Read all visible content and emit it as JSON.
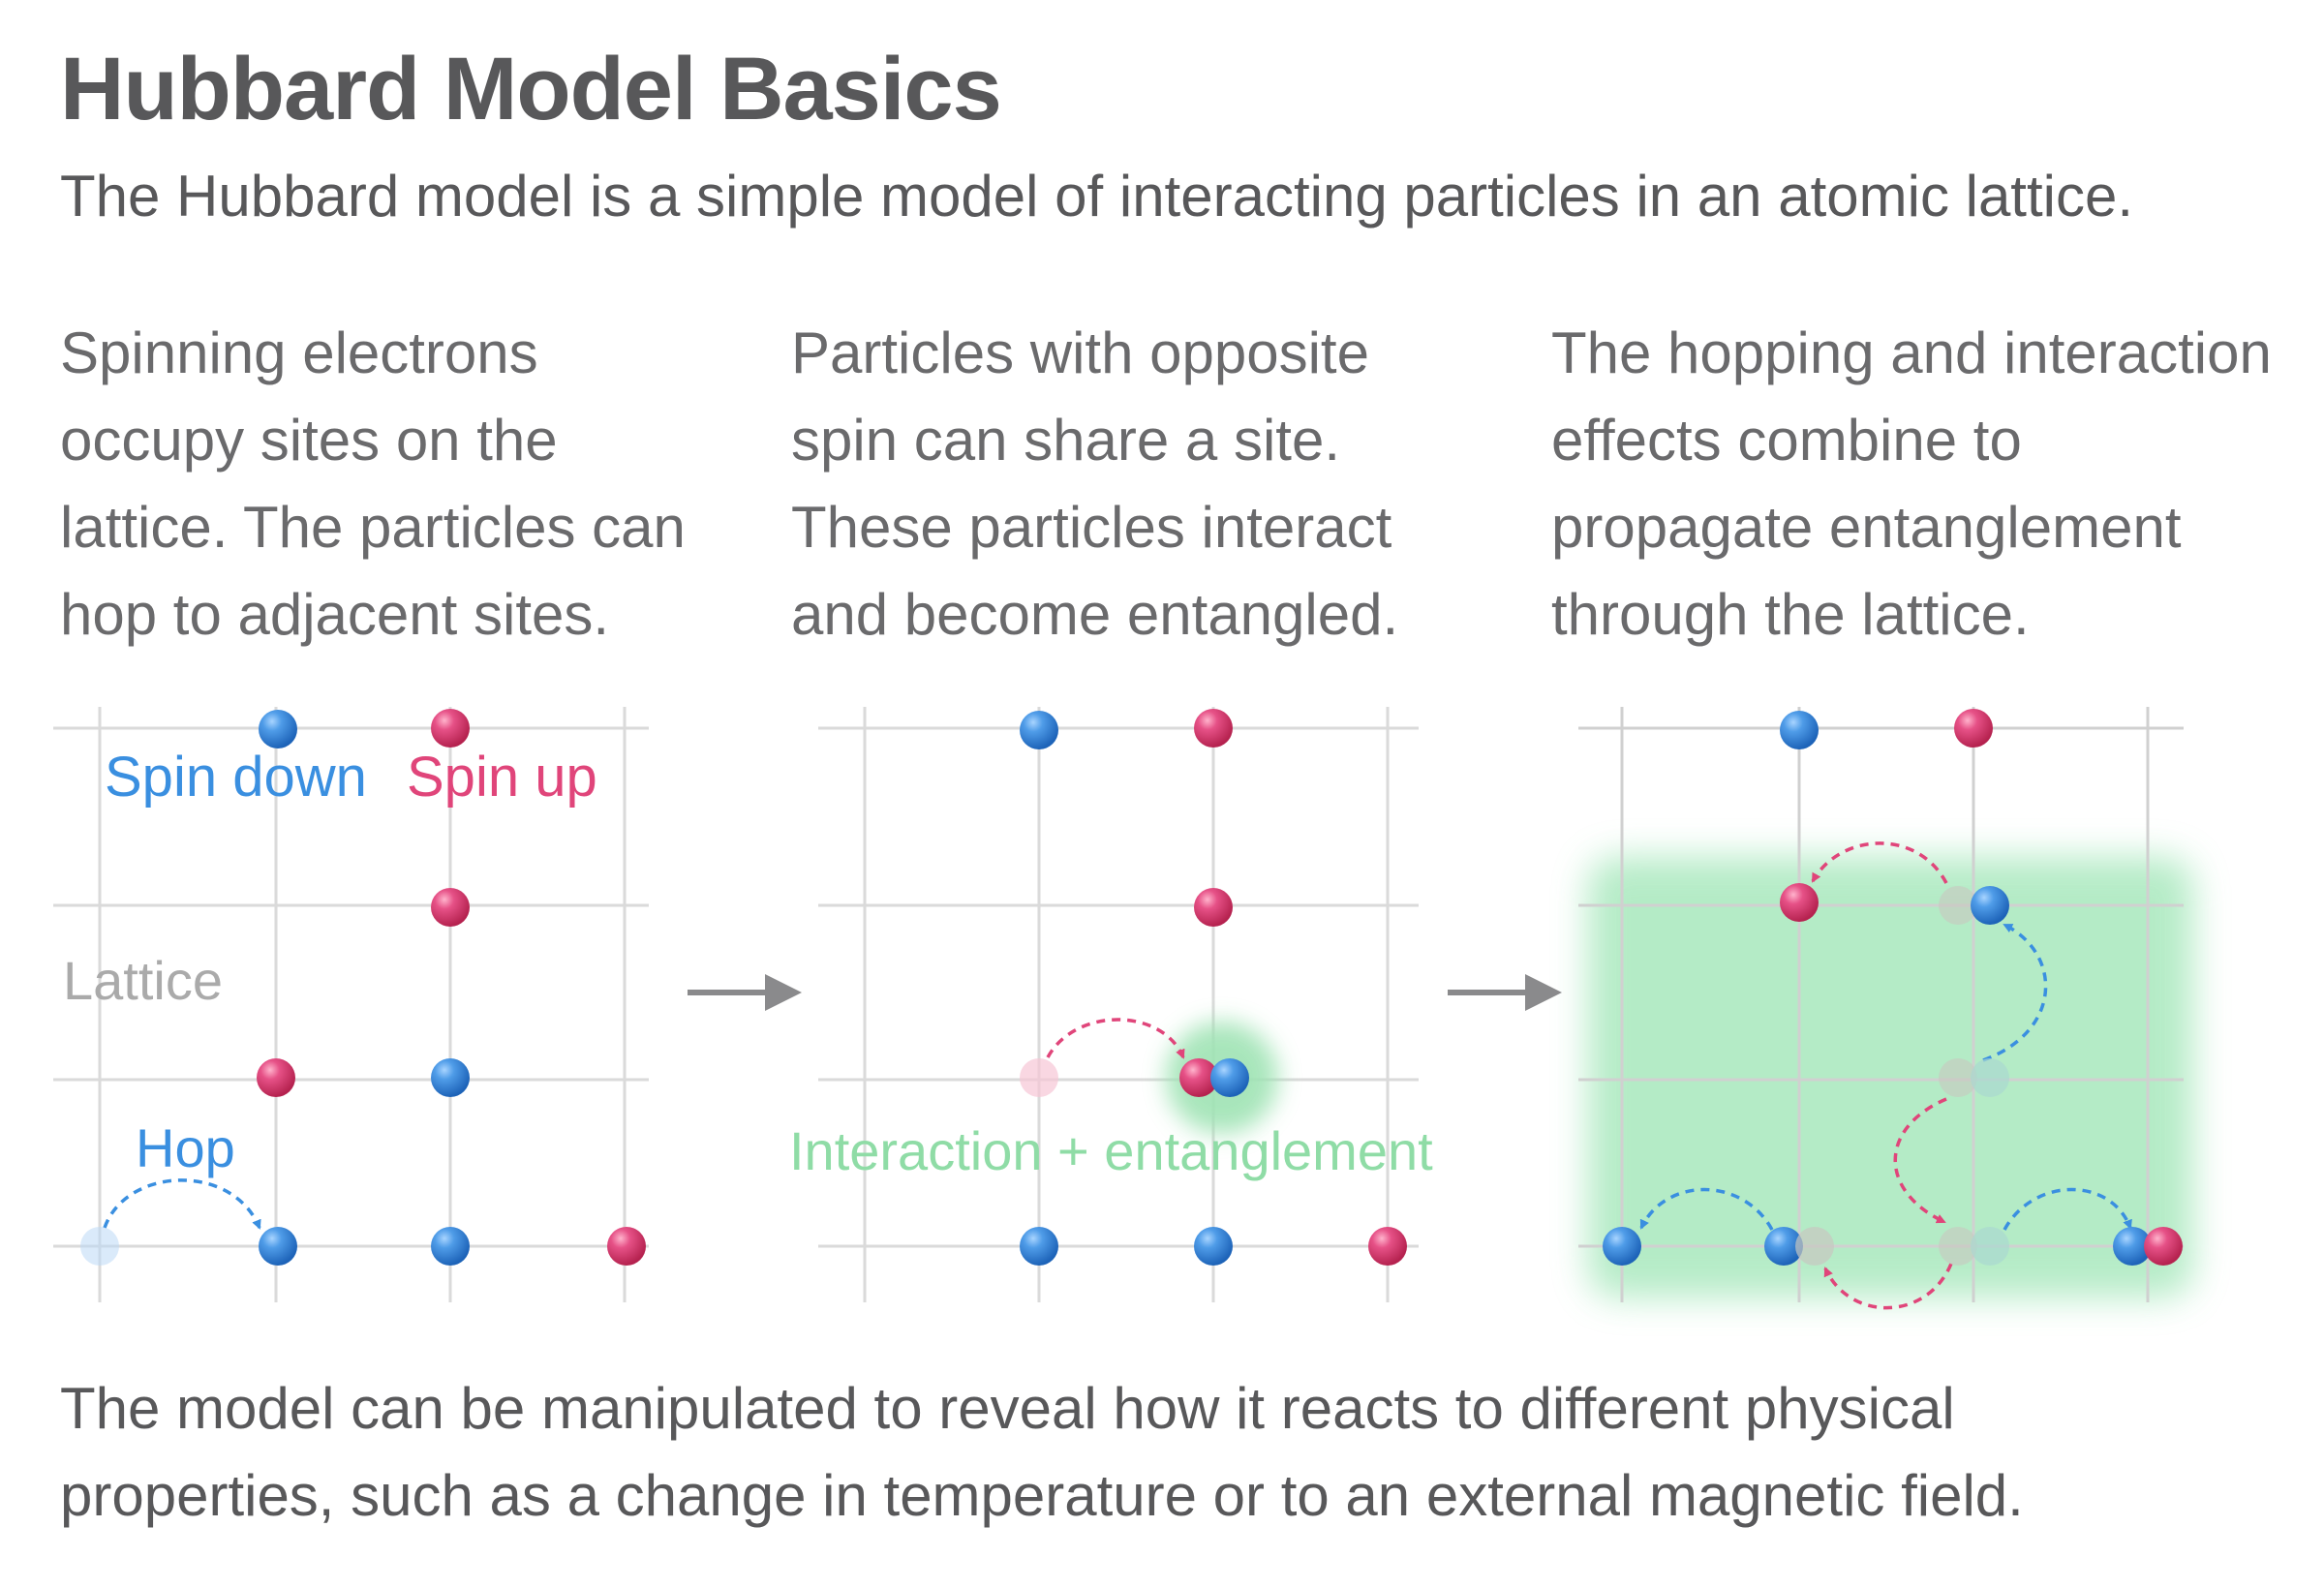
{
  "title": "Hubbard Model Basics",
  "subtitle": "The Hubbard model is a simple model of interacting particles in an atomic lattice.",
  "columns": [
    {
      "lines": [
        "Spinning electrons",
        "occupy sites on the",
        "lattice. The particles can",
        "hop to adjacent sites."
      ]
    },
    {
      "lines": [
        "Particles with opposite",
        "spin can share a site.",
        "These particles interact",
        "and become entangled."
      ]
    },
    {
      "lines": [
        "The hopping and interaction",
        "effects combine to",
        "propagate entanglement",
        "through the lattice."
      ]
    }
  ],
  "labels": {
    "spin_down": "Spin down",
    "spin_up": "Spin up",
    "lattice": "Lattice",
    "hop": "Hop",
    "interaction": "Interaction + entanglement"
  },
  "footer": {
    "lines": [
      "The model can be manipulated to reveal how it reacts to different physical",
      "properties, such as a change in temperature or to an external magnetic field."
    ]
  },
  "colors": {
    "spin_down": "#3a8fe0",
    "spin_up": "#e0457a",
    "lattice": "#d8d8d8",
    "lattice_label": "#aaaaaa",
    "entanglement": "#8fdca6",
    "arrow": "#8a8a8c",
    "text": "#58585a"
  },
  "icons": {
    "spin_down": "blue-sphere",
    "spin_up": "pink-sphere",
    "arrow": "right-arrow"
  }
}
